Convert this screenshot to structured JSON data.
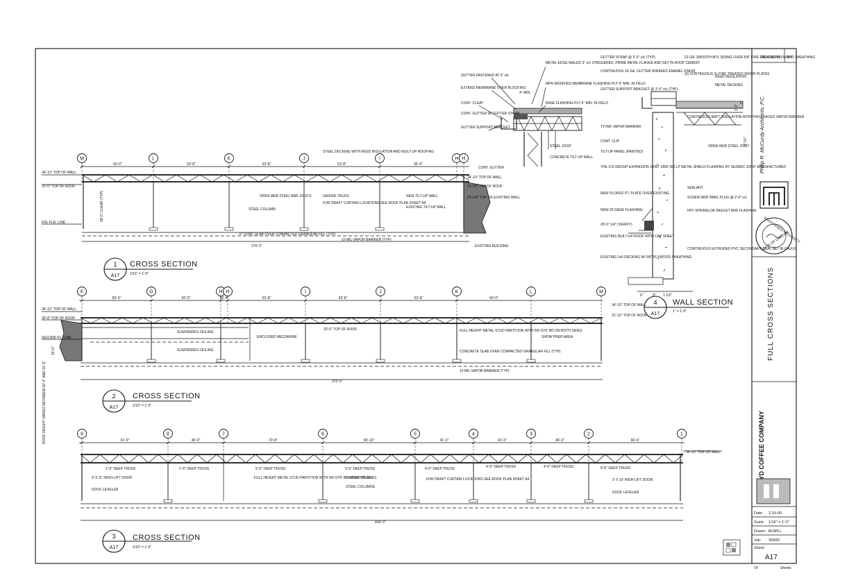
{
  "sheet": {
    "revisions_label": "REVISIONS",
    "by_label": "BY",
    "architect": "Philip R. McCurdy Architects, P.C.",
    "stamp": {
      "line1": "REGISTERED ARCHITECT",
      "line2": "STATE OF OREGON"
    },
    "drawing_title": "FULL CROSS SECTIONS",
    "client": "BOYD COFFEE COMPANY",
    "date_label": "Date:",
    "date_value": "2-15-00",
    "scale_label": "Scale:",
    "scale_value": "1/16\" = 1'-0\"",
    "drawn_label": "Drawn:",
    "drawn_value": "BLW/LL",
    "job_label": "Job:",
    "job_value": "2000D",
    "sheet_label": "Sheet:",
    "sheet_number": "A17",
    "of_label": "Of",
    "sheets_label": "Sheets"
  },
  "sections": [
    {
      "number": "1",
      "ref": "A17",
      "title": "CROSS SECTION",
      "scale": "1/16\" = 1'-0\""
    },
    {
      "number": "2",
      "ref": "A17",
      "title": "CROSS SECTION",
      "scale": "1/16\" = 1'-0\""
    },
    {
      "number": "3",
      "ref": "A17",
      "title": "CROSS SECTION",
      "scale": "1/16\" = 1'-0\""
    },
    {
      "number": "4",
      "ref": "A17",
      "title": "WALL SECTION",
      "scale": "1\" = 1'-0\""
    }
  ],
  "section1": {
    "grids": [
      "M",
      "L",
      "K",
      "J",
      "I",
      "H",
      "H"
    ],
    "dims": [
      "50'-0\"",
      "53'-8\"",
      "53'-8\"",
      "53'-8\"",
      "55'-4\""
    ],
    "overall": "270'-0\"",
    "levels": [
      "34'-10\" TOP OF WALL",
      "31'-0\" TOP OF ROOF",
      "FIN. FLR. LINE"
    ],
    "notes": [
      "STEEL DECKING WITH RIGID INSULATION AND BUILT-UP ROOFING",
      "OPEN WEB STEEL BAR JOISTS",
      "STEEL COLUMN",
      "GIRDER TRUSS",
      "FOR DRAFT CURTAIN LOCATIONS SEE ROOF PLAN SHEET A4",
      "NEW TILT-UP WALL",
      "EXISTING TILT-UP WALL",
      "6\" CONC SLAB OVER COMPACTED GRANULAR FILL (TYP)",
      "10 MIL VAPOR BARRIER (TYP)",
      "EXISTING BUILDING",
      "CONT. GUTTER",
      "34'-10\" TOP OF WALL",
      "31'-10\" TOP OF ROOF",
      "29'-1/4\" TOP OF EXISTING WALL",
      "28'-0\" CLEAR (TYP)"
    ]
  },
  "section2": {
    "grids": [
      "F",
      "G",
      "H",
      "H",
      "I",
      "J",
      "K",
      "L",
      "M"
    ],
    "dims": [
      "50'-0\"",
      "50'-0\"",
      "55'-4\"",
      "53'-8\"",
      "53'-8\"",
      "53'-8\"",
      "50'-0\""
    ],
    "overall": "370'-0\"",
    "levels": [
      "34'-10\" TOP OF WALL",
      "30'-8\" TOP OF ROOF",
      "SECOND FL. LINE"
    ],
    "notes": [
      "SUSPENDED CEILING",
      "SUSPENDED CEILING",
      "ENCLOSED MEZZANINE",
      "33'-6\" TOP OF ROOF",
      "FULL HEIGHT METAL STUD PARTITION WITH 5/8 GYP. BD ON BOTH SIDES",
      "SHOW PREP AREA",
      "CONCRETE SLAB OVER COMPACTED GRANULAR FILL (TYP)",
      "10 MIL VAPOR BARRIER (TYP)",
      "34'-10\" TOP OF WALL",
      "31'-10\" TOP OF ROOF",
      "15'-0\""
    ]
  },
  "section3": {
    "grids": [
      "9",
      "8",
      "7",
      "6",
      "5",
      "4",
      "3",
      "2",
      "1"
    ],
    "dims": [
      "61'-0\"",
      "46'-0\"",
      "70'-8\"",
      "65'-10\"",
      "41'-3\"",
      "41'-3\"",
      "46'-3\"",
      "66'-6\""
    ],
    "overall": "426'-0\"",
    "levels": [
      "34'-10\" TOP OF WALL"
    ],
    "side_note": "ROOF HEIGHT VARIES BETWEEN 30'-3\" AND 31'-6\"",
    "notes": [
      "1'-6\" DEEP TRUSS",
      "1'-6\" DEEP TRUSS",
      "5'-6\" DEEP TRUSS",
      "5'-6\" DEEP TRUSS",
      "4'-0\" DEEP TRUSS",
      "4'-0\" DEEP TRUSS",
      "4'-0\" DEEP TRUSS",
      "5'-6\" DEEP TRUSS",
      "9' X 11' HIGH-LIFT DOOR",
      "DOCK LEVELER",
      "FULL HEIGHT METAL STUD PARTITION WITH 5/8 GYP. BD ON BOTH SIDES",
      "GIRDER TRUSS",
      "STEEL COLUMNS",
      "FOR DRAFT CURTAIN LOCATIONS SEE ROOF PLAN SHEET A4",
      "9' X 10' HIGH-LIFT DOOR",
      "DOCK LEVELER"
    ]
  },
  "detail_left": {
    "notes": [
      "GUTTER FASTENED AT 6\" o/c",
      "EXTEND MEMBRANE OVER BLOCKING",
      "CONT. CLEAT",
      "CONT. GUTTER W/ GUTTER STRAP",
      "GUTTER SUPPORT BRACKET",
      "METAL EDGE NAILED 3\" o/c STAGGERED, PRIME METAL FLANGE AND SET IN ROOF CEMENT",
      "MPR MODIFIED MEMBRANE FLASHING PLY 9\" MIN. IN FIELD",
      "BASE FLASHING PLY 6\" MIN. IN FIELD",
      "STEEL JOIST",
      "CONCRETE TILT-UP WALL",
      "4\" MIN."
    ]
  },
  "detail_wall": {
    "left_notes": [
      "GUTTER STRAP @ 3'-0\" o/c (TYP)",
      "CONTINUOUS 24 GA. GUTTER W/BAKED ENAMEL FINISH",
      "GUTTER SUPPORT BRACKET @ 3'-0\" o/c (TYP)",
      "TYVEK VAPOR BARRIER",
      "CONT. CLIP",
      "TILT-UP PANEL (PAINTED)",
      "THE C/S GROUP EXPANSION JOINT 2800 300 LP METAL SHIELD FLASHING BY SEISMIC JOINT MANUFACTURER",
      "NEW SLOPED PT. PLATE OVER EXISTING",
      "NEW 26 GAGE FLASHING",
      "29'-0\" 1/4\" (VERIFY)",
      "EXISTING BUILT-UP ROOF WITH CAP SHEET",
      "EXISTING 2x6 DECKING W/ 5/8\" PLYWOOD SHEATHING"
    ],
    "right_notes": [
      "22 GA. SMOOTH MTL SIDING OVER 5/8\" FIRE TREATED PLYWOOD SHEATHING",
      "(3) CONTINUOUS 2x FIRE TREATED WOOD PLATES",
      "RIGID INSULATION",
      "METAL DECKING",
      "CONTINUOUS BATT INSULATION WITH VINYL FACED VAPOR BARRIER",
      "OPEN WEB STEEL JOIST",
      "SEALANT",
      "SCREW AND PAWL PLUG @ 2'-0\" o/c",
      "FRY SPRINGLOK REGLET AND FLASHING",
      "CONTINUOUS EXTRUDED PVC SECONDARY SEAL SET IN CAULK"
    ],
    "dims": [
      "6\"",
      "8\"",
      "1 1/2\"",
      "2'-10\"",
      "1'-2\"",
      "3\""
    ]
  }
}
